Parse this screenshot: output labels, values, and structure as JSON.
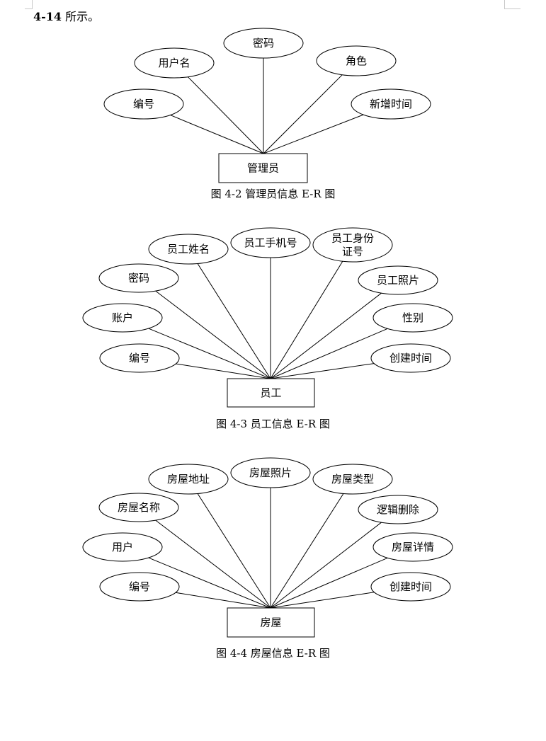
{
  "intro": {
    "ref": "4-14",
    "text": "所示。"
  },
  "diagrams": [
    {
      "entity": "管理员",
      "caption": "图 4-2 管理员信息 E-R 图",
      "attributes": [
        {
          "lines": [
            "编号"
          ]
        },
        {
          "lines": [
            "用户名"
          ]
        },
        {
          "lines": [
            "密码"
          ]
        },
        {
          "lines": [
            "角色"
          ]
        },
        {
          "lines": [
            "新增时间"
          ]
        }
      ]
    },
    {
      "entity": "员工",
      "caption": "图 4-3 员工信息 E-R 图",
      "attributes": [
        {
          "lines": [
            "编号"
          ]
        },
        {
          "lines": [
            "账户"
          ]
        },
        {
          "lines": [
            "密码"
          ]
        },
        {
          "lines": [
            "员工姓名"
          ]
        },
        {
          "lines": [
            "员工手机号"
          ]
        },
        {
          "lines": [
            "员工身份",
            "证号"
          ]
        },
        {
          "lines": [
            "员工照片"
          ]
        },
        {
          "lines": [
            "性别"
          ]
        },
        {
          "lines": [
            "创建时间"
          ]
        }
      ]
    },
    {
      "entity": "房屋",
      "caption": "图 4-4 房屋信息 E-R 图",
      "attributes": [
        {
          "lines": [
            "编号"
          ]
        },
        {
          "lines": [
            "用户"
          ]
        },
        {
          "lines": [
            "房屋名称"
          ]
        },
        {
          "lines": [
            "房屋地址"
          ]
        },
        {
          "lines": [
            "房屋照片"
          ]
        },
        {
          "lines": [
            "房屋类型"
          ]
        },
        {
          "lines": [
            "逻辑删除"
          ]
        },
        {
          "lines": [
            "房屋详情"
          ]
        },
        {
          "lines": [
            "创建时间"
          ]
        }
      ]
    }
  ]
}
